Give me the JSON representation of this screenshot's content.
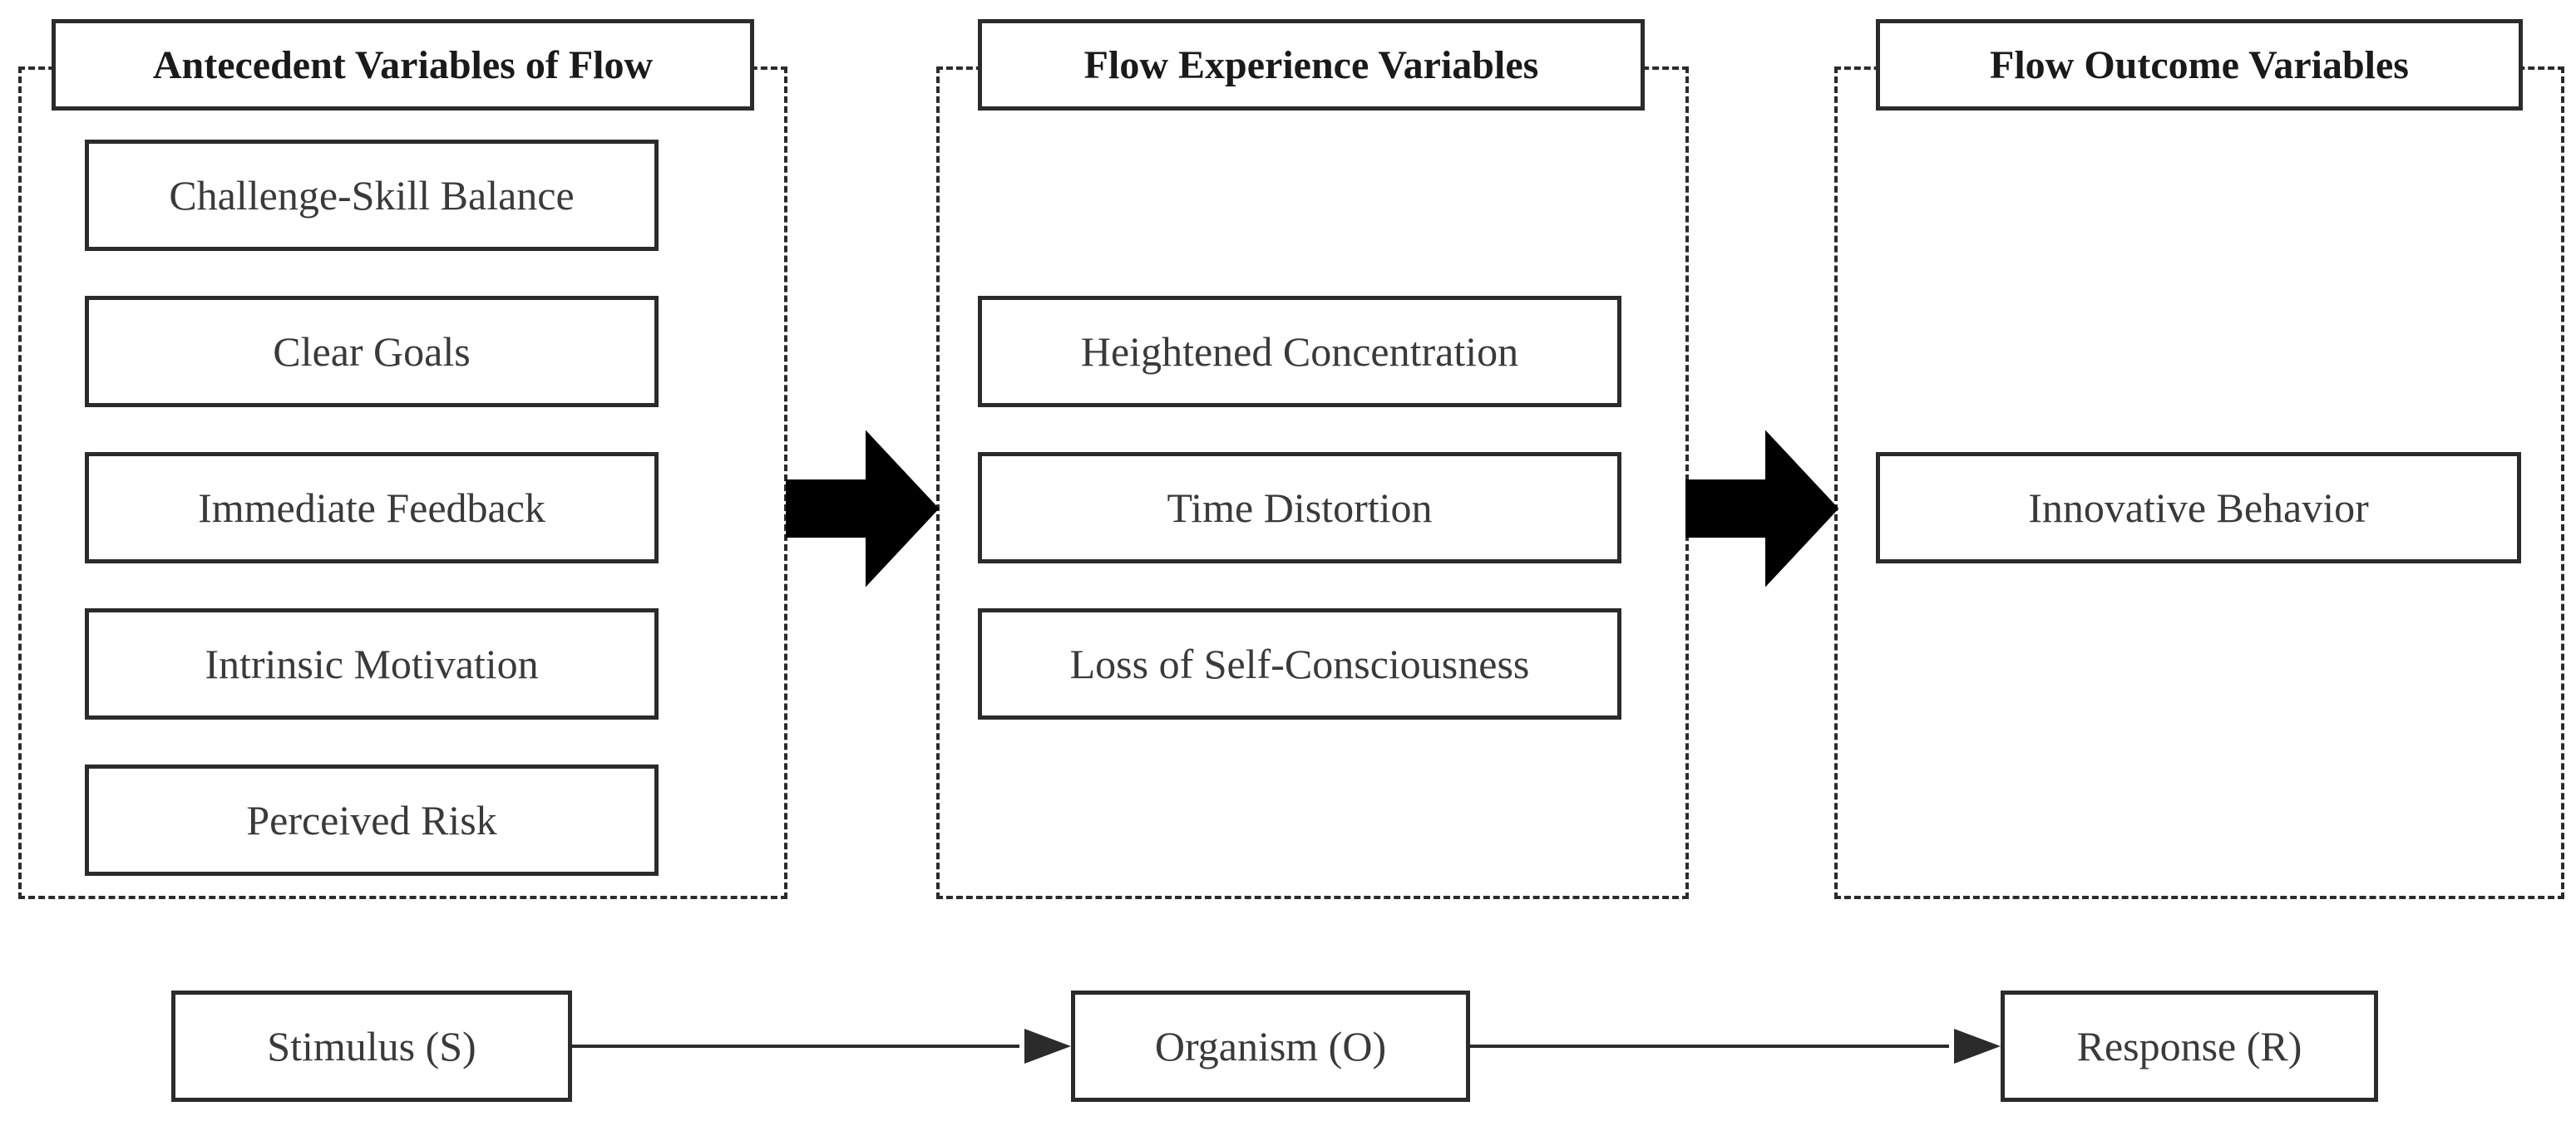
{
  "groups": [
    {
      "title": "Antecedent Variables of Flow",
      "items": [
        "Challenge-Skill Balance",
        "Clear Goals",
        "Immediate Feedback",
        "Intrinsic Motivation",
        "Perceived Risk"
      ]
    },
    {
      "title": "Flow Experience Variables",
      "items": [
        "Heightened Concentration",
        "Time Distortion",
        "Loss of Self-Consciousness"
      ]
    },
    {
      "title": "Flow Outcome Variables",
      "items": [
        "Innovative Behavior"
      ]
    }
  ],
  "sor": {
    "stimulus": "Stimulus (S)",
    "organism": "Organism (O)",
    "response": "Response (R)"
  },
  "colors": {
    "stroke": "#2b2b2b",
    "arrow_fill": "#000000",
    "text": "#3a3a3a"
  }
}
